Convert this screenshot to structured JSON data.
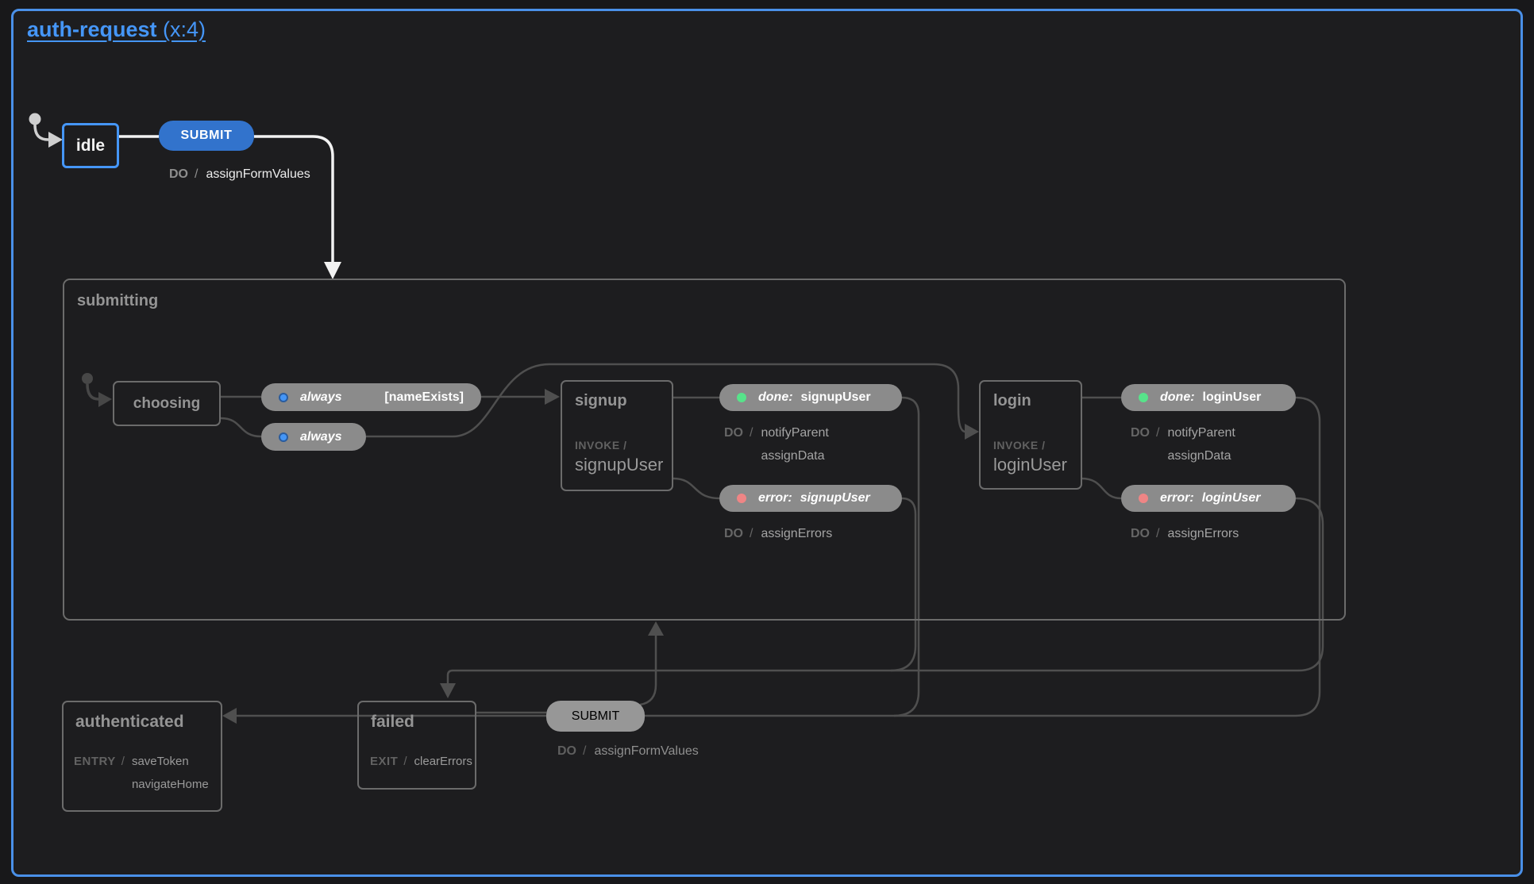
{
  "machine": {
    "name": "auth-request",
    "instances": "(x:4)"
  },
  "colors": {
    "accent_blue": "#4596f7",
    "submit_pill_blue": "#3273cc",
    "event_pill_gray": "#8b8b8b",
    "dot_green": "#57e38a",
    "dot_red": "#ef8585",
    "dot_blue": "#4596f7",
    "edge_gray": "#4f4f4f",
    "edge_white": "#f2f2f2",
    "state_border_gray": "#6b6b6b",
    "background": "#1d1d1f"
  },
  "idle": {
    "label": "idle"
  },
  "submit_top": {
    "event": "SUBMIT",
    "do_label": "DO",
    "slash": "/",
    "action": "assignFormValues"
  },
  "submitting": {
    "label": "submitting"
  },
  "choosing": {
    "label": "choosing"
  },
  "always_guarded": {
    "event": "always",
    "guard": "[nameExists]"
  },
  "always_plain": {
    "event": "always"
  },
  "signup": {
    "label": "signup",
    "invoke_label": "INVOKE /",
    "source": "signupUser"
  },
  "login": {
    "label": "login",
    "invoke_label": "INVOKE /",
    "source": "loginUser"
  },
  "done_signup": {
    "event": "done:",
    "name": "signupUser",
    "do_label": "DO",
    "slash": "/",
    "actions": [
      "notifyParent",
      "assignData"
    ]
  },
  "error_signup": {
    "event": "error:",
    "name": "signupUser",
    "do_label": "DO",
    "slash": "/",
    "actions": [
      "assignErrors"
    ]
  },
  "done_login": {
    "event": "done:",
    "name": "loginUser",
    "do_label": "DO",
    "slash": "/",
    "actions": [
      "notifyParent",
      "assignData"
    ]
  },
  "error_login": {
    "event": "error:",
    "name": "loginUser",
    "do_label": "DO",
    "slash": "/",
    "actions": [
      "assignErrors"
    ]
  },
  "authenticated": {
    "label": "authenticated",
    "entry_label": "ENTRY",
    "slash": "/",
    "actions": [
      "saveToken",
      "navigateHome"
    ]
  },
  "failed": {
    "label": "failed",
    "exit_label": "EXIT",
    "slash": "/",
    "actions": [
      "clearErrors"
    ]
  },
  "submit_bottom": {
    "event": "SUBMIT",
    "do_label": "DO",
    "slash": "/",
    "action": "assignFormValues"
  }
}
